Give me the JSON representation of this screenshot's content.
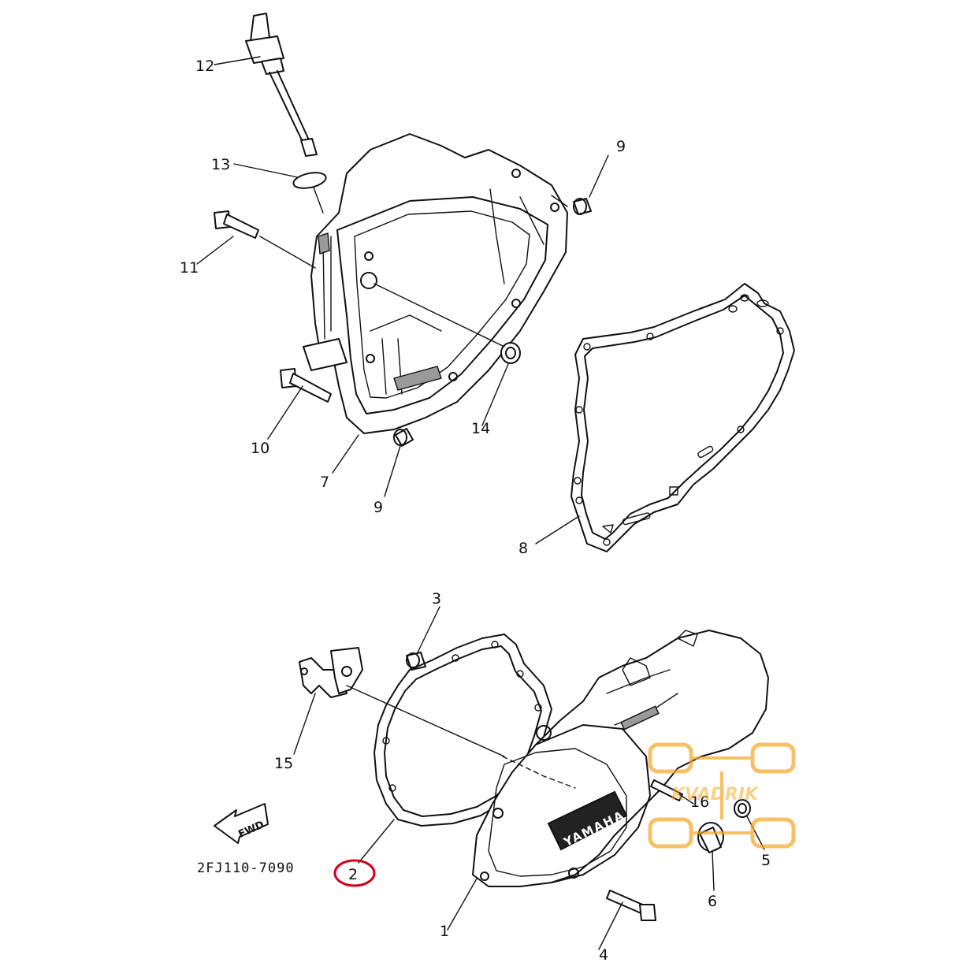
{
  "diagram": {
    "part_code": "2FJ110-7090",
    "fwd_label": "FWD",
    "brand_on_cover": "YAMAHA",
    "watermark": "KVADRIK",
    "highlight_color": "#d0021b",
    "watermark_color": "#f5a623",
    "callouts": {
      "c1": "1",
      "c2": "2",
      "c3": "3",
      "c4": "4",
      "c5": "5",
      "c6": "6",
      "c7": "7",
      "c8": "8",
      "c9a": "9",
      "c9b": "9",
      "c10": "10",
      "c11": "11",
      "c12": "12",
      "c13": "13",
      "c14": "14",
      "c15": "15",
      "c16": "16"
    }
  }
}
